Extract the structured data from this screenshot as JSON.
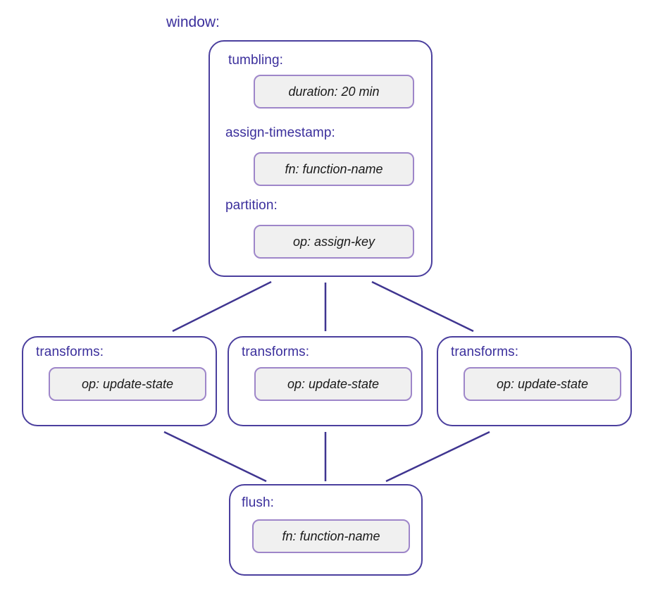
{
  "diagram": {
    "root_label": "window:",
    "colors": {
      "outer_border": "#4b3f9e",
      "inner_border": "#9e86c9",
      "inner_fill": "#f0f0f0",
      "label_text": "#3b2f9c",
      "field_text": "#1a1a1a",
      "connector": "#3f3590",
      "internal_connector": "#444444",
      "background": "#ffffff"
    },
    "window_group": {
      "sections": [
        {
          "label": "tumbling:",
          "field": "duration: 20 min"
        },
        {
          "label": "assign-timestamp:",
          "field": "fn: function-name"
        },
        {
          "label": "partition:",
          "field": "op: assign-key"
        }
      ]
    },
    "transforms": [
      {
        "label": "transforms:",
        "field": "op: update-state"
      },
      {
        "label": "transforms:",
        "field": "op: update-state"
      },
      {
        "label": "transforms:",
        "field": "op: update-state"
      }
    ],
    "flush": {
      "label": "flush:",
      "field": "fn: function-name"
    }
  }
}
